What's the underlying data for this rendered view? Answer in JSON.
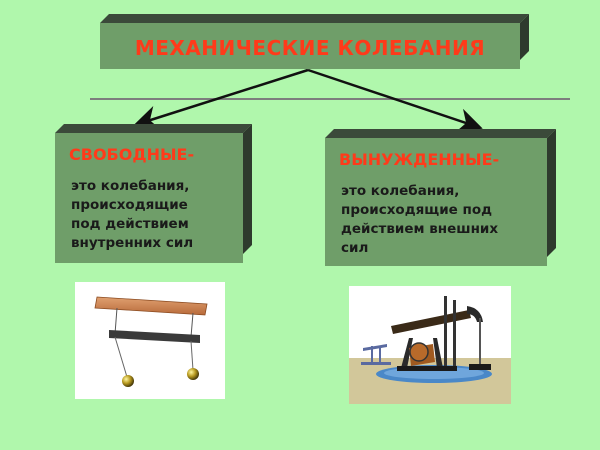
{
  "title": "МЕХАНИЧЕСКИЕ КОЛЕБАНИЯ",
  "free": {
    "heading": "СВОБОДНЫЕ-",
    "lines": [
      "это колебания,",
      "происходящие",
      "под действием",
      "внутренних сил"
    ]
  },
  "forced": {
    "heading": "ВЫНУЖДЕННЫЕ-",
    "lines": [
      "это колебания,",
      "происходящие под",
      "действием внешних",
      "сил"
    ]
  },
  "colors": {
    "background": "#b0f7ac",
    "box_face": "#6f9e69",
    "heading": "#ff3a1a"
  }
}
